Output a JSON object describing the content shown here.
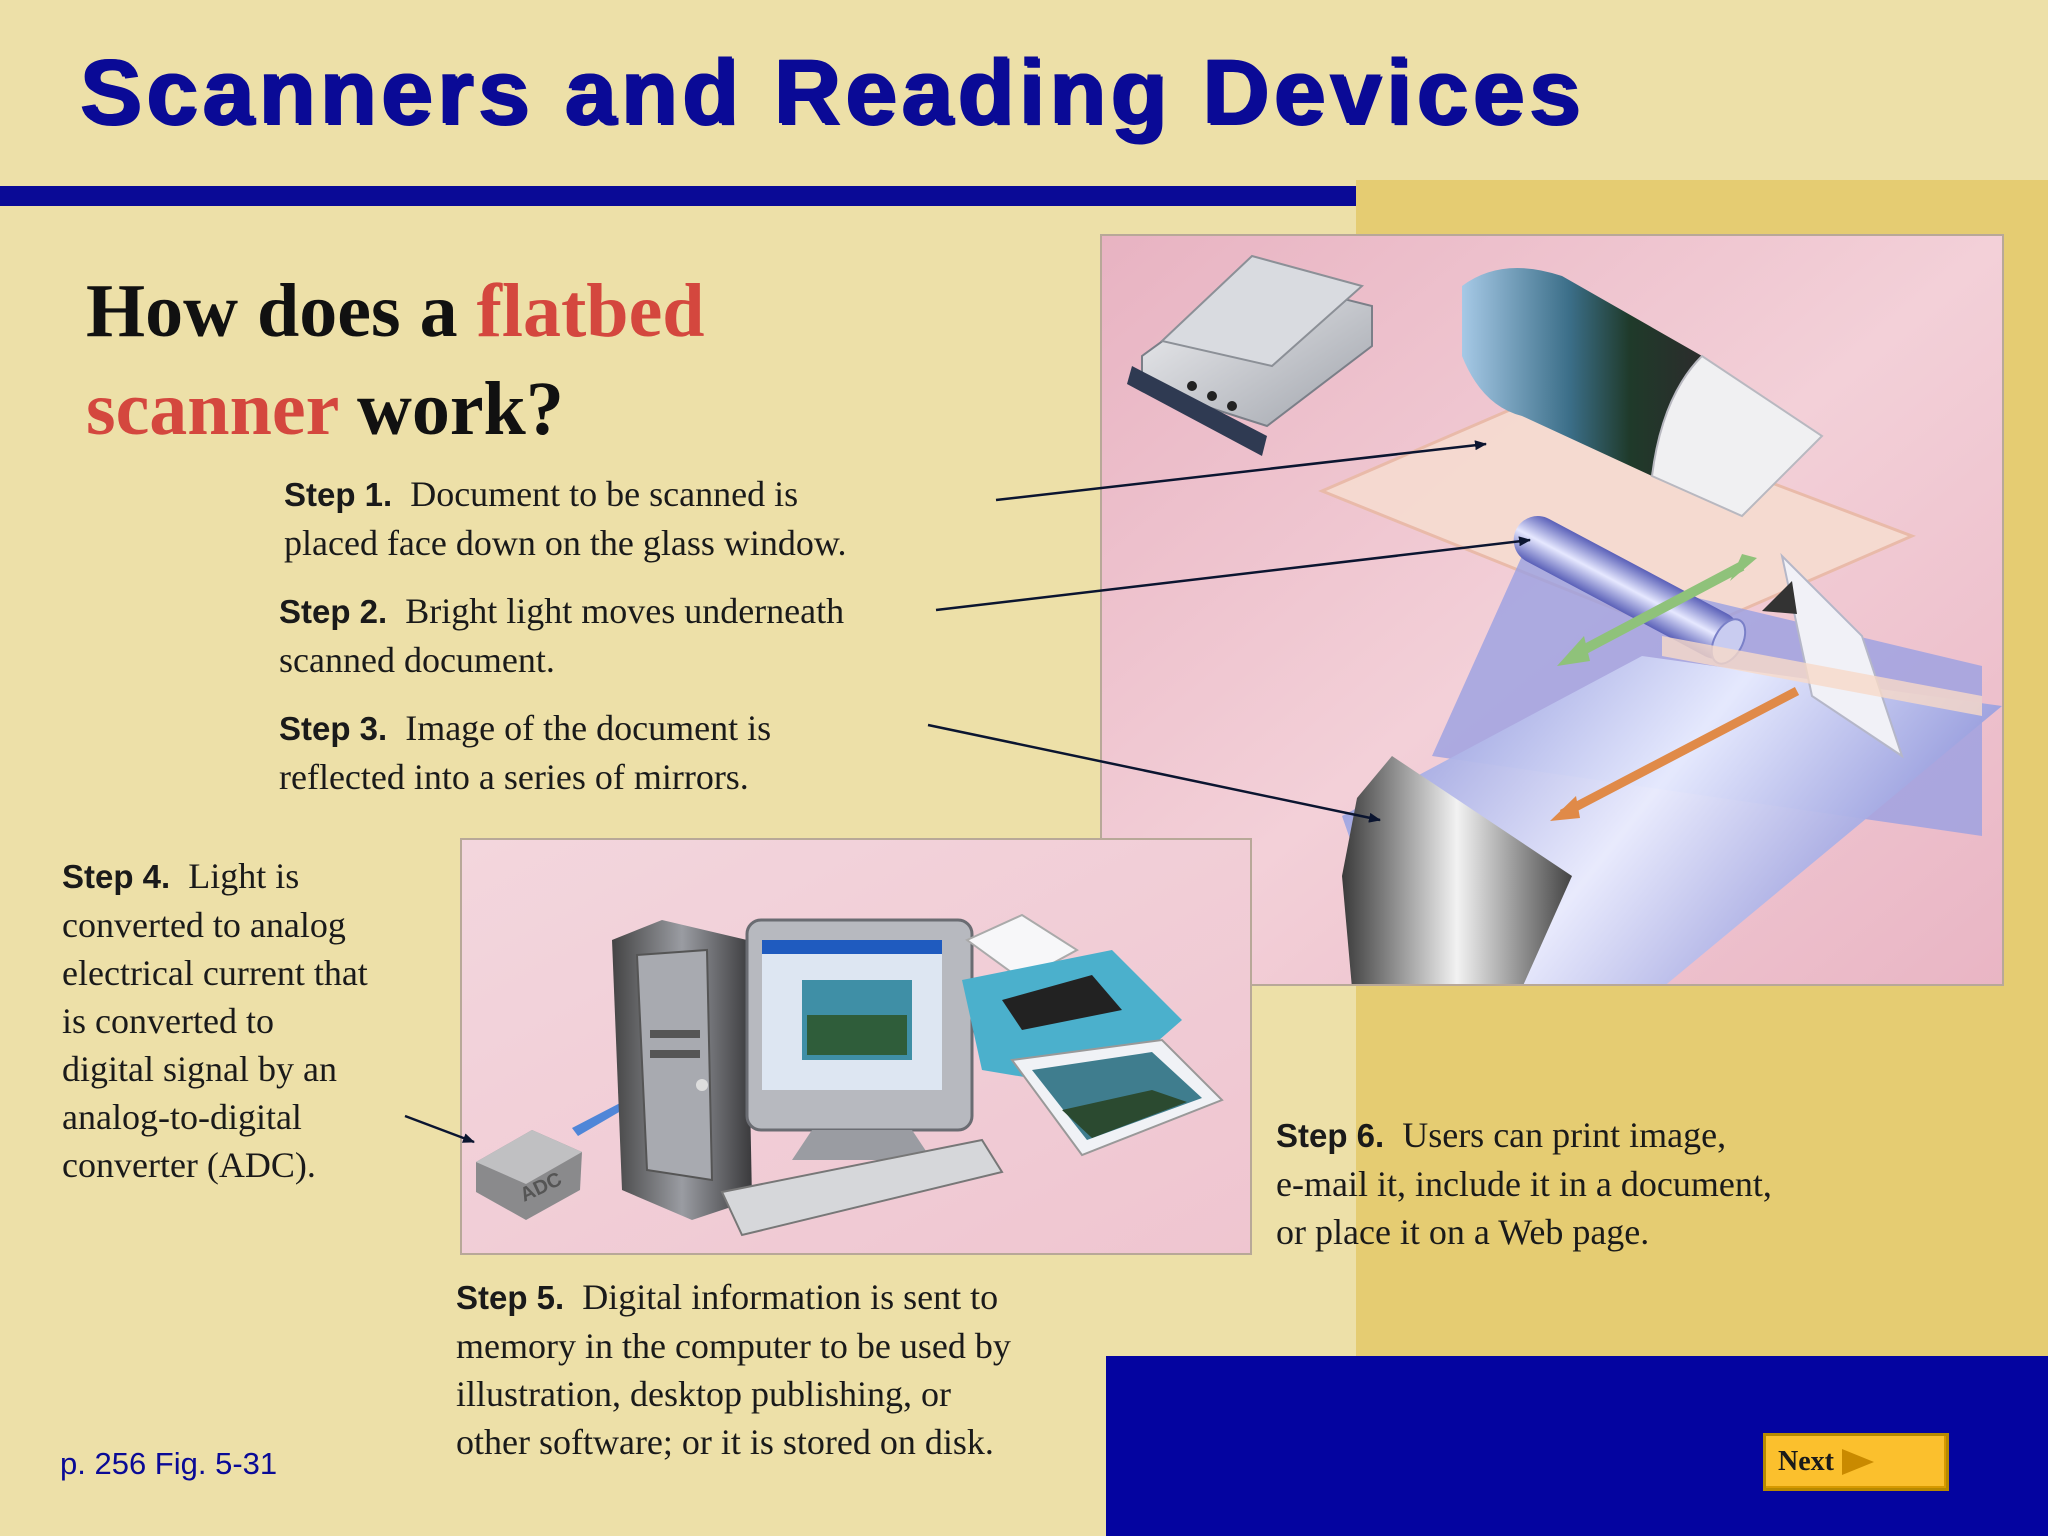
{
  "title": "Scanners and Reading Devices",
  "question": {
    "part1": "How does a ",
    "accent1": "flatbed",
    "accent2": "scanner",
    "part2": " work?"
  },
  "steps": [
    {
      "label": "Step 1.",
      "line1": "Document to be scanned is",
      "line2": "placed face down on the glass window."
    },
    {
      "label": "Step 2.",
      "line1": "Bright light moves underneath",
      "line2": "scanned document."
    },
    {
      "label": "Step 3.",
      "line1": "Image of the document is",
      "line2": "reflected into a series of mirrors."
    },
    {
      "label": "Step 4.",
      "lines": [
        "Light is",
        "converted to analog",
        "electrical current that",
        "is converted to",
        "digital signal by an",
        "analog-to-digital",
        "converter (ADC)."
      ]
    },
    {
      "label": "Step 5.",
      "lines": [
        "Digital information is sent to",
        "memory in the computer to be used by",
        "illustration, desktop publishing, or",
        "other software; or it is stored on disk."
      ]
    },
    {
      "label": "Step 6.",
      "lines": [
        "Users can print image,",
        "e-mail it, include it in a document,",
        "or place it on a Web page."
      ]
    }
  ],
  "adc_label": "ADC",
  "figure_reference": "p. 256 Fig. 5-31",
  "next_button": {
    "label": "Next",
    "icon": "play-triangle-icon"
  },
  "colors": {
    "background": "#ede0a8",
    "title_blue": "#0a0a96",
    "accent_red": "#d4473e",
    "gold_panel": "#e5cc72",
    "footer_blue": "#0404a0",
    "button_yellow": "#fbc02d"
  }
}
